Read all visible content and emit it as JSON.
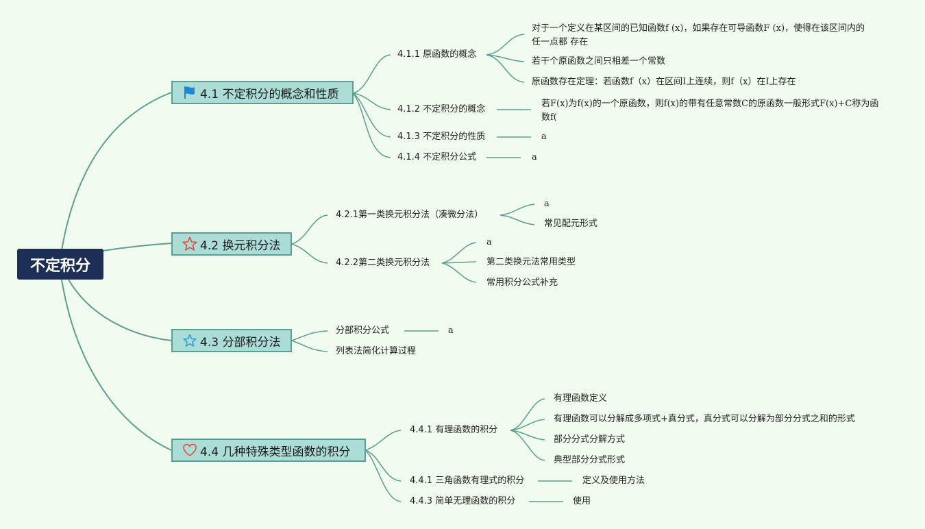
{
  "root": {
    "label": "不定积分"
  },
  "branches": [
    {
      "label": "4.1 不定积分的概念和性质",
      "icon": "flag-icon",
      "children": [
        {
          "label": "4.1.1 原函数的概念",
          "children": [
            "对于一个定义在某区间的已知函数f (x)，如果存在可导函数F (x)，使得在该区间内的任一点都 存在",
            "若干个原函数之间只相差一个常数",
            "原函数存在定理：若函数f（x）在区间I上连续，则f（x）在I上存在"
          ]
        },
        {
          "label": "4.1.2 不定积分的概念",
          "children": [
            "若F(x)为f(x)的一个原函数，则f(x)的带有任意常数C的原函数一般形式F(x)+C称为函数f("
          ]
        },
        {
          "label": "4.1.3 不定积分的性质",
          "children": [
            "a"
          ]
        },
        {
          "label": "4.1.4 不定积分公式",
          "children": [
            "a"
          ]
        }
      ]
    },
    {
      "label": "4.2 换元积分法",
      "icon": "star-icon",
      "children": [
        {
          "label": "4.2.1第一类换元积分法（凑微分法）",
          "children": [
            "a",
            "常见配元形式"
          ]
        },
        {
          "label": "4.2.2第二类换元积分法",
          "children": [
            "a",
            "第二类换元法常用类型",
            "常用积分公式补充"
          ]
        }
      ]
    },
    {
      "label": "4.3 分部积分法",
      "icon": "star-icon",
      "children": [
        {
          "label": "分部积分公式",
          "children": [
            "a"
          ]
        },
        {
          "label": "列表法简化计算过程",
          "children": []
        }
      ]
    },
    {
      "label": "4.4 几种特殊类型函数的积分",
      "icon": "heart-icon",
      "children": [
        {
          "label": "4.4.1 有理函数的积分",
          "children": [
            "有理函数定义",
            "有理函数可以分解成多项式+真分式，真分式可以分解为部分分式之和的形式",
            "部分分式分解方式",
            "典型部分分式形式"
          ]
        },
        {
          "label": "4.4.1 三角函数有理式的积分",
          "children": [
            "定义及使用方法"
          ]
        },
        {
          "label": "4.4.3 简单无理函数的积分",
          "children": [
            "使用"
          ]
        }
      ]
    }
  ],
  "colors": {
    "background": "#f1faee",
    "root": "#1e2f55",
    "topic_fill": "#abdcd6",
    "topic_border": "#5a9e90",
    "line": "#5a9e90",
    "flag": "#1e88d6",
    "star_red": "#e24a3b",
    "star_blue": "#2f9be0",
    "heart": "#e24a3b"
  }
}
